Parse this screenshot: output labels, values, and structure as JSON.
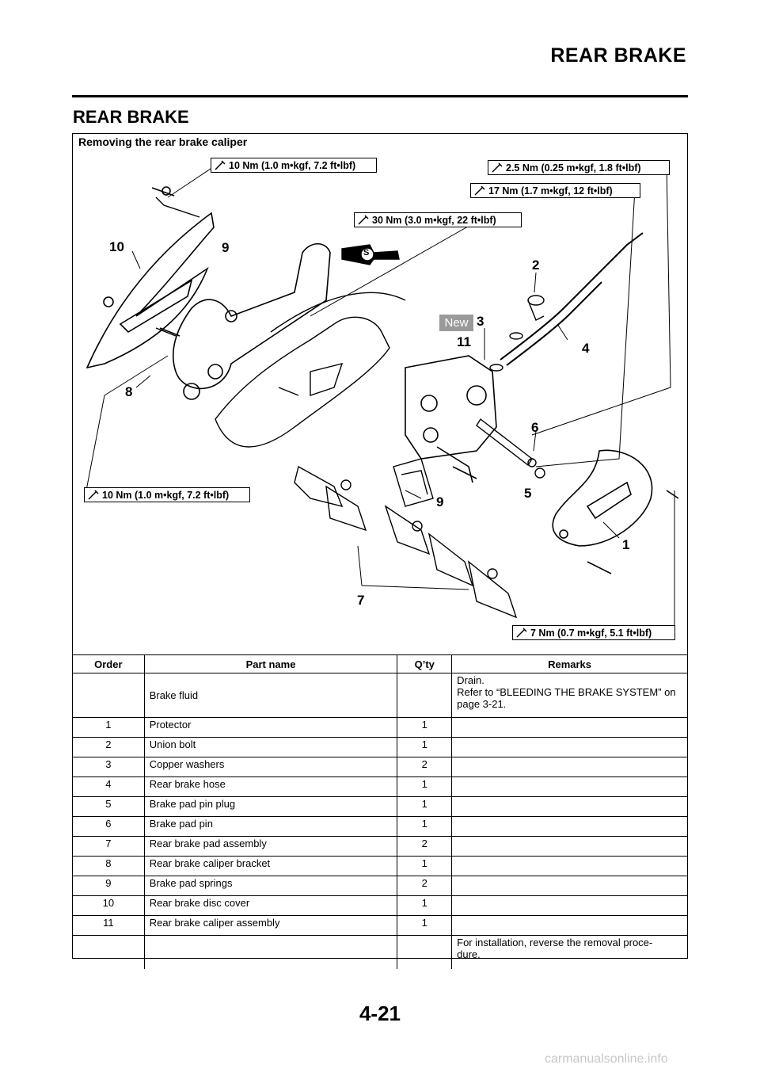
{
  "header": {
    "title": "REAR BRAKE"
  },
  "section": {
    "title": "REAR BRAKE"
  },
  "diagram": {
    "label": "Removing the rear brake caliper",
    "torques": {
      "t1": "10 Nm (1.0 m•kgf, 7.2 ft•lbf)",
      "t2": "2.5 Nm (0.25 m•kgf, 1.8 ft•lbf)",
      "t3": "17 Nm (1.7 m•kgf, 12 ft•lbf)",
      "t4": "30 Nm (3.0 m•kgf, 22 ft•lbf)",
      "t5": "10 Nm (1.0 m•kgf, 7.2 ft•lbf)",
      "t6": "7 Nm (0.7 m•kgf, 5.1 ft•lbf)"
    },
    "new_badge": "New",
    "lube_symbol": "S",
    "callouts": {
      "c10": "10",
      "c9a": "9",
      "c2": "2",
      "c3": "3",
      "c11": "11",
      "c4": "4",
      "c8": "8",
      "c6": "6",
      "c9b": "9",
      "c5": "5",
      "c1": "1",
      "c7": "7"
    }
  },
  "table": {
    "headers": {
      "order": "Order",
      "part": "Part name",
      "qty": "Q’ty",
      "remarks": "Remarks"
    },
    "rows": [
      {
        "order": "",
        "part": "Brake fluid",
        "qty": "",
        "remarks": "Drain.\nRefer to “BLEEDING THE BRAKE SYSTEM” on page 3-21."
      },
      {
        "order": "1",
        "part": "Protector",
        "qty": "1",
        "remarks": ""
      },
      {
        "order": "2",
        "part": "Union bolt",
        "qty": "1",
        "remarks": ""
      },
      {
        "order": "3",
        "part": "Copper washers",
        "qty": "2",
        "remarks": ""
      },
      {
        "order": "4",
        "part": "Rear brake hose",
        "qty": "1",
        "remarks": ""
      },
      {
        "order": "5",
        "part": "Brake pad pin plug",
        "qty": "1",
        "remarks": ""
      },
      {
        "order": "6",
        "part": "Brake pad pin",
        "qty": "1",
        "remarks": ""
      },
      {
        "order": "7",
        "part": "Rear brake pad assembly",
        "qty": "2",
        "remarks": ""
      },
      {
        "order": "8",
        "part": "Rear brake caliper bracket",
        "qty": "1",
        "remarks": ""
      },
      {
        "order": "9",
        "part": "Brake pad springs",
        "qty": "2",
        "remarks": ""
      },
      {
        "order": "10",
        "part": "Rear brake disc cover",
        "qty": "1",
        "remarks": ""
      },
      {
        "order": "11",
        "part": "Rear brake caliper assembly",
        "qty": "1",
        "remarks": ""
      },
      {
        "order": "",
        "part": "",
        "qty": "",
        "remarks": "For installation, reverse the removal proce-\ndure."
      }
    ]
  },
  "footer": {
    "page_number": "4-21",
    "watermark": "carmanualsonline.info"
  }
}
